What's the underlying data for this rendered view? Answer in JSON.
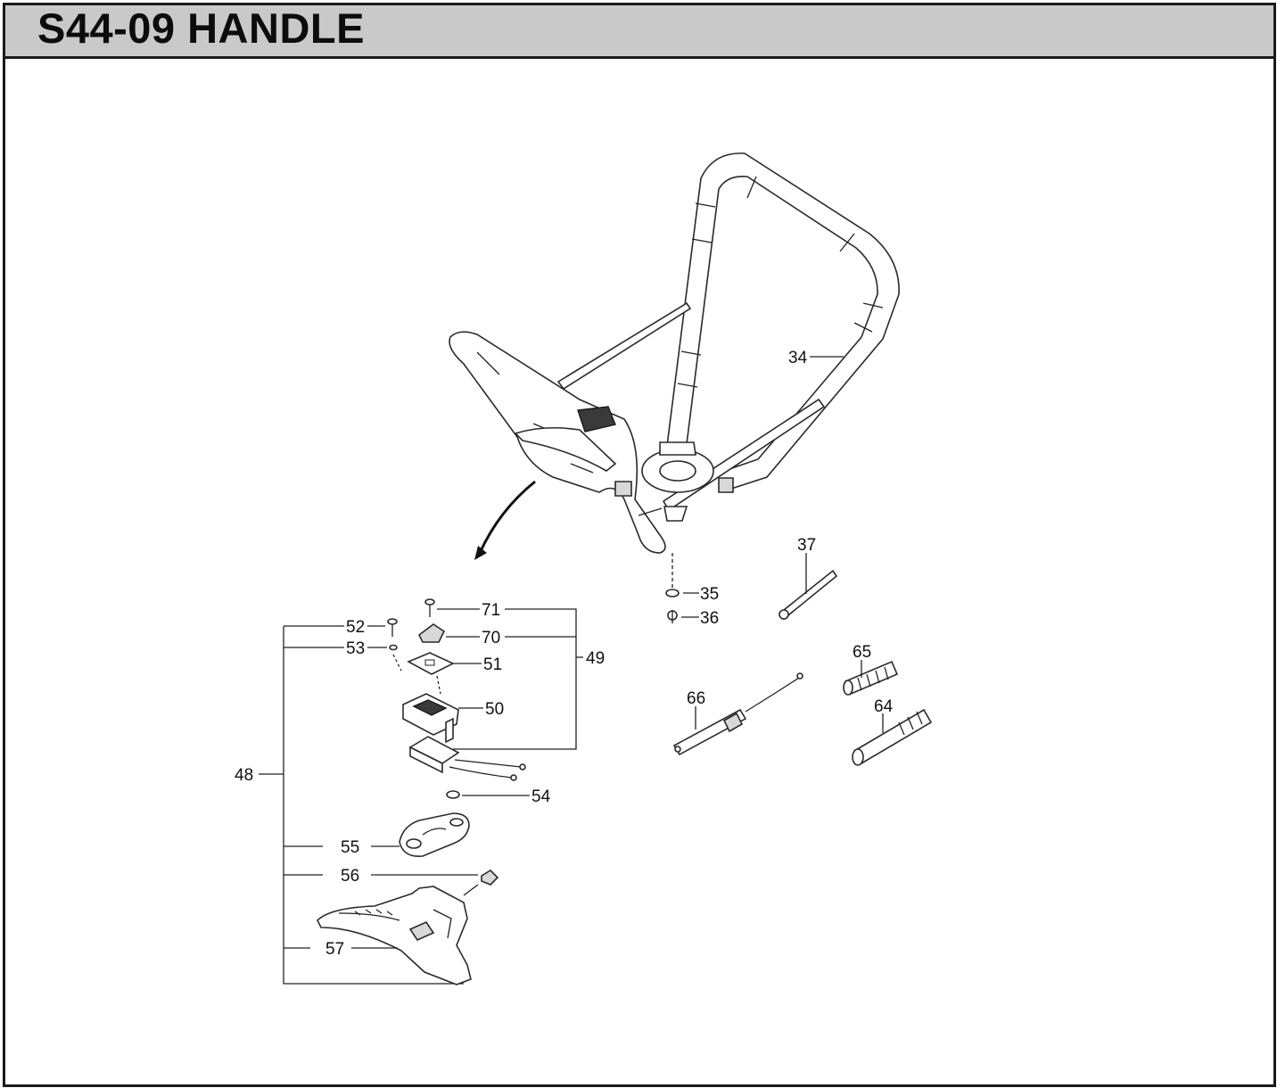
{
  "title": "S44-09 HANDLE",
  "callouts": {
    "c34": "34",
    "c35": "35",
    "c36": "36",
    "c37": "37",
    "c48": "48",
    "c49": "49",
    "c50": "50",
    "c51": "51",
    "c52": "52",
    "c53": "53",
    "c54": "54",
    "c55": "55",
    "c56": "56",
    "c57": "57",
    "c64": "64",
    "c65": "65",
    "c66": "66",
    "c70": "70",
    "c71": "71"
  }
}
